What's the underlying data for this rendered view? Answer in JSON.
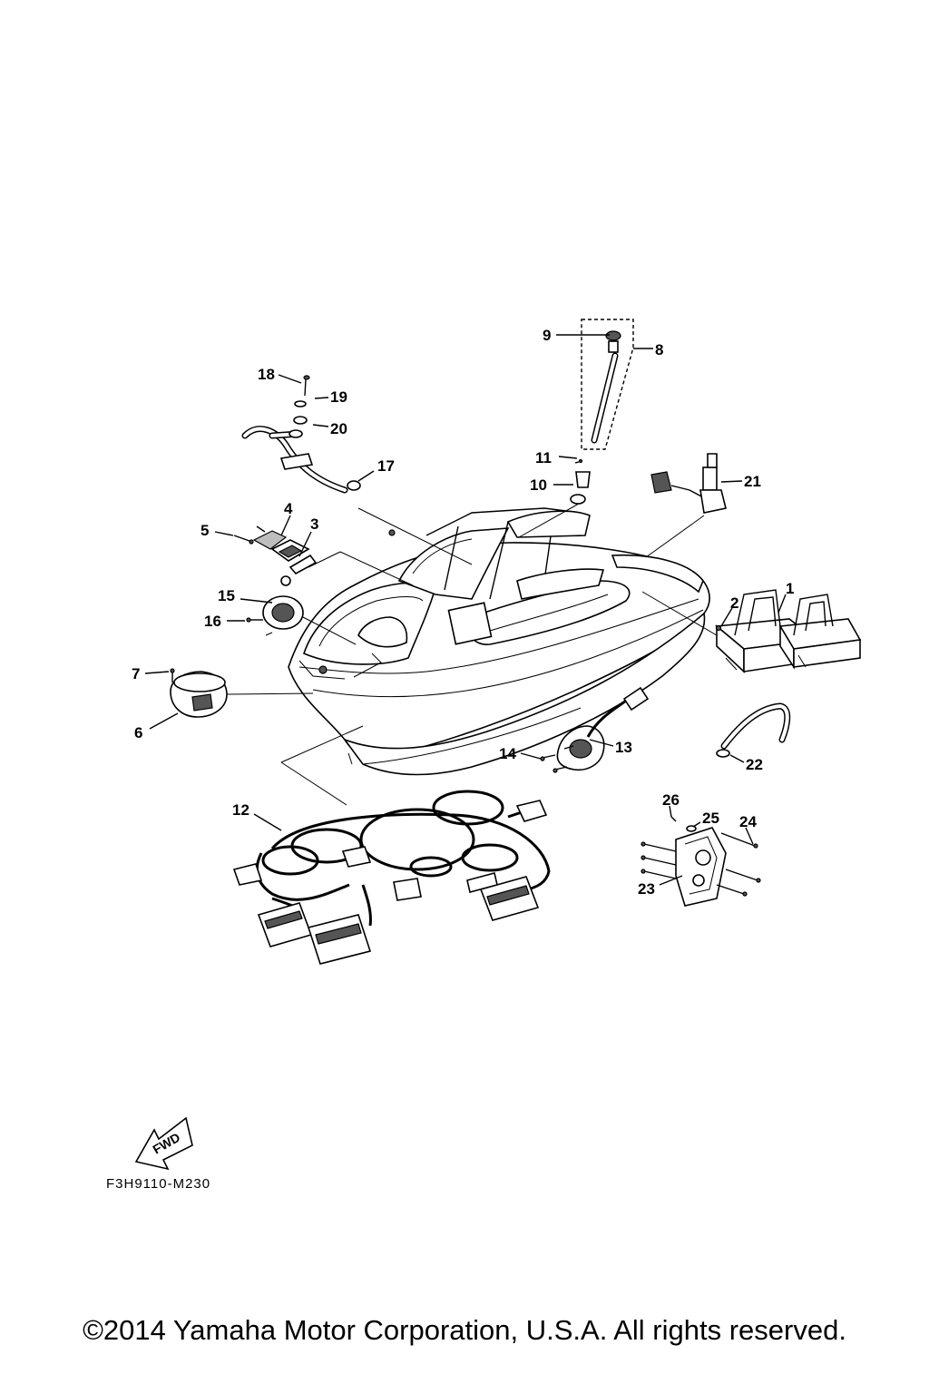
{
  "diagram": {
    "callouts": [
      "1",
      "2",
      "3",
      "4",
      "5",
      "6",
      "7",
      "8",
      "9",
      "10",
      "11",
      "12",
      "13",
      "14",
      "15",
      "16",
      "17",
      "18",
      "19",
      "20",
      "21",
      "22",
      "23",
      "24",
      "25",
      "26"
    ],
    "fwd_label": "FWD",
    "drawing_code": "F3H9110-M230"
  },
  "footer": {
    "copyright": "©2014 Yamaha Motor Corporation, U.S.A. All rights reserved."
  }
}
